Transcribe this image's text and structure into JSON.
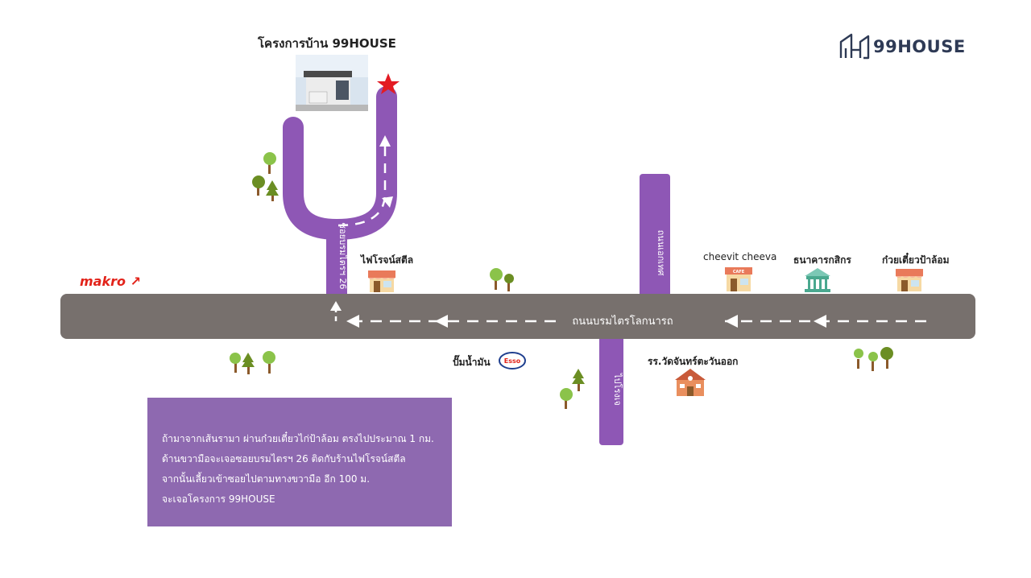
{
  "project": {
    "title": "โครงการบ้าน 99HOUSE"
  },
  "brand": {
    "name": "99HOUSE",
    "logo_icon": "house-logo-icon"
  },
  "roads": {
    "main": "ถนนบรมไตรโลกนารถ",
    "soi": "ซอยบรมไตรฯ 26",
    "north": "ถนนเอกเทศ",
    "south": "ไปโรงเจ"
  },
  "landmarks": {
    "makro": "makro",
    "fire_steel": "ไฟโรจน์สตีล",
    "cafe": "cheevit cheeva",
    "cafe_sign": "CAFE",
    "bank": "ธนาคารกสิกร",
    "noodle": "ก๋วยเตี๋ยวป้าล้อม",
    "gas_station": "ปั๊มน้ำมัน",
    "esso": "Esso",
    "school": "รร.วัดจันทร์ตะวันออก"
  },
  "directions": [
    "ถ้ามาจากเส้นรามา ผ่านก๋วยเตี๋ยวไก่ป้าล้อม ตรงไปประมาณ 1 กม.",
    "ด้านขวามือจะเจอซอยบรมไตรฯ 26 ติดกับร้านไฟโรจน์สตีล",
    "จากนั้นเลี้ยวเข้าซอยไปตามทางขวามือ อีก 100 ม.",
    "จะเจอโครงการ 99HOUSE"
  ],
  "colors": {
    "main_road": "#77706d",
    "purple_road": "#8e57b5",
    "directions_box": "#8e69b0",
    "marker_star": "#e31b23",
    "brand": "#2e3a55",
    "makro": "#e2231a"
  }
}
